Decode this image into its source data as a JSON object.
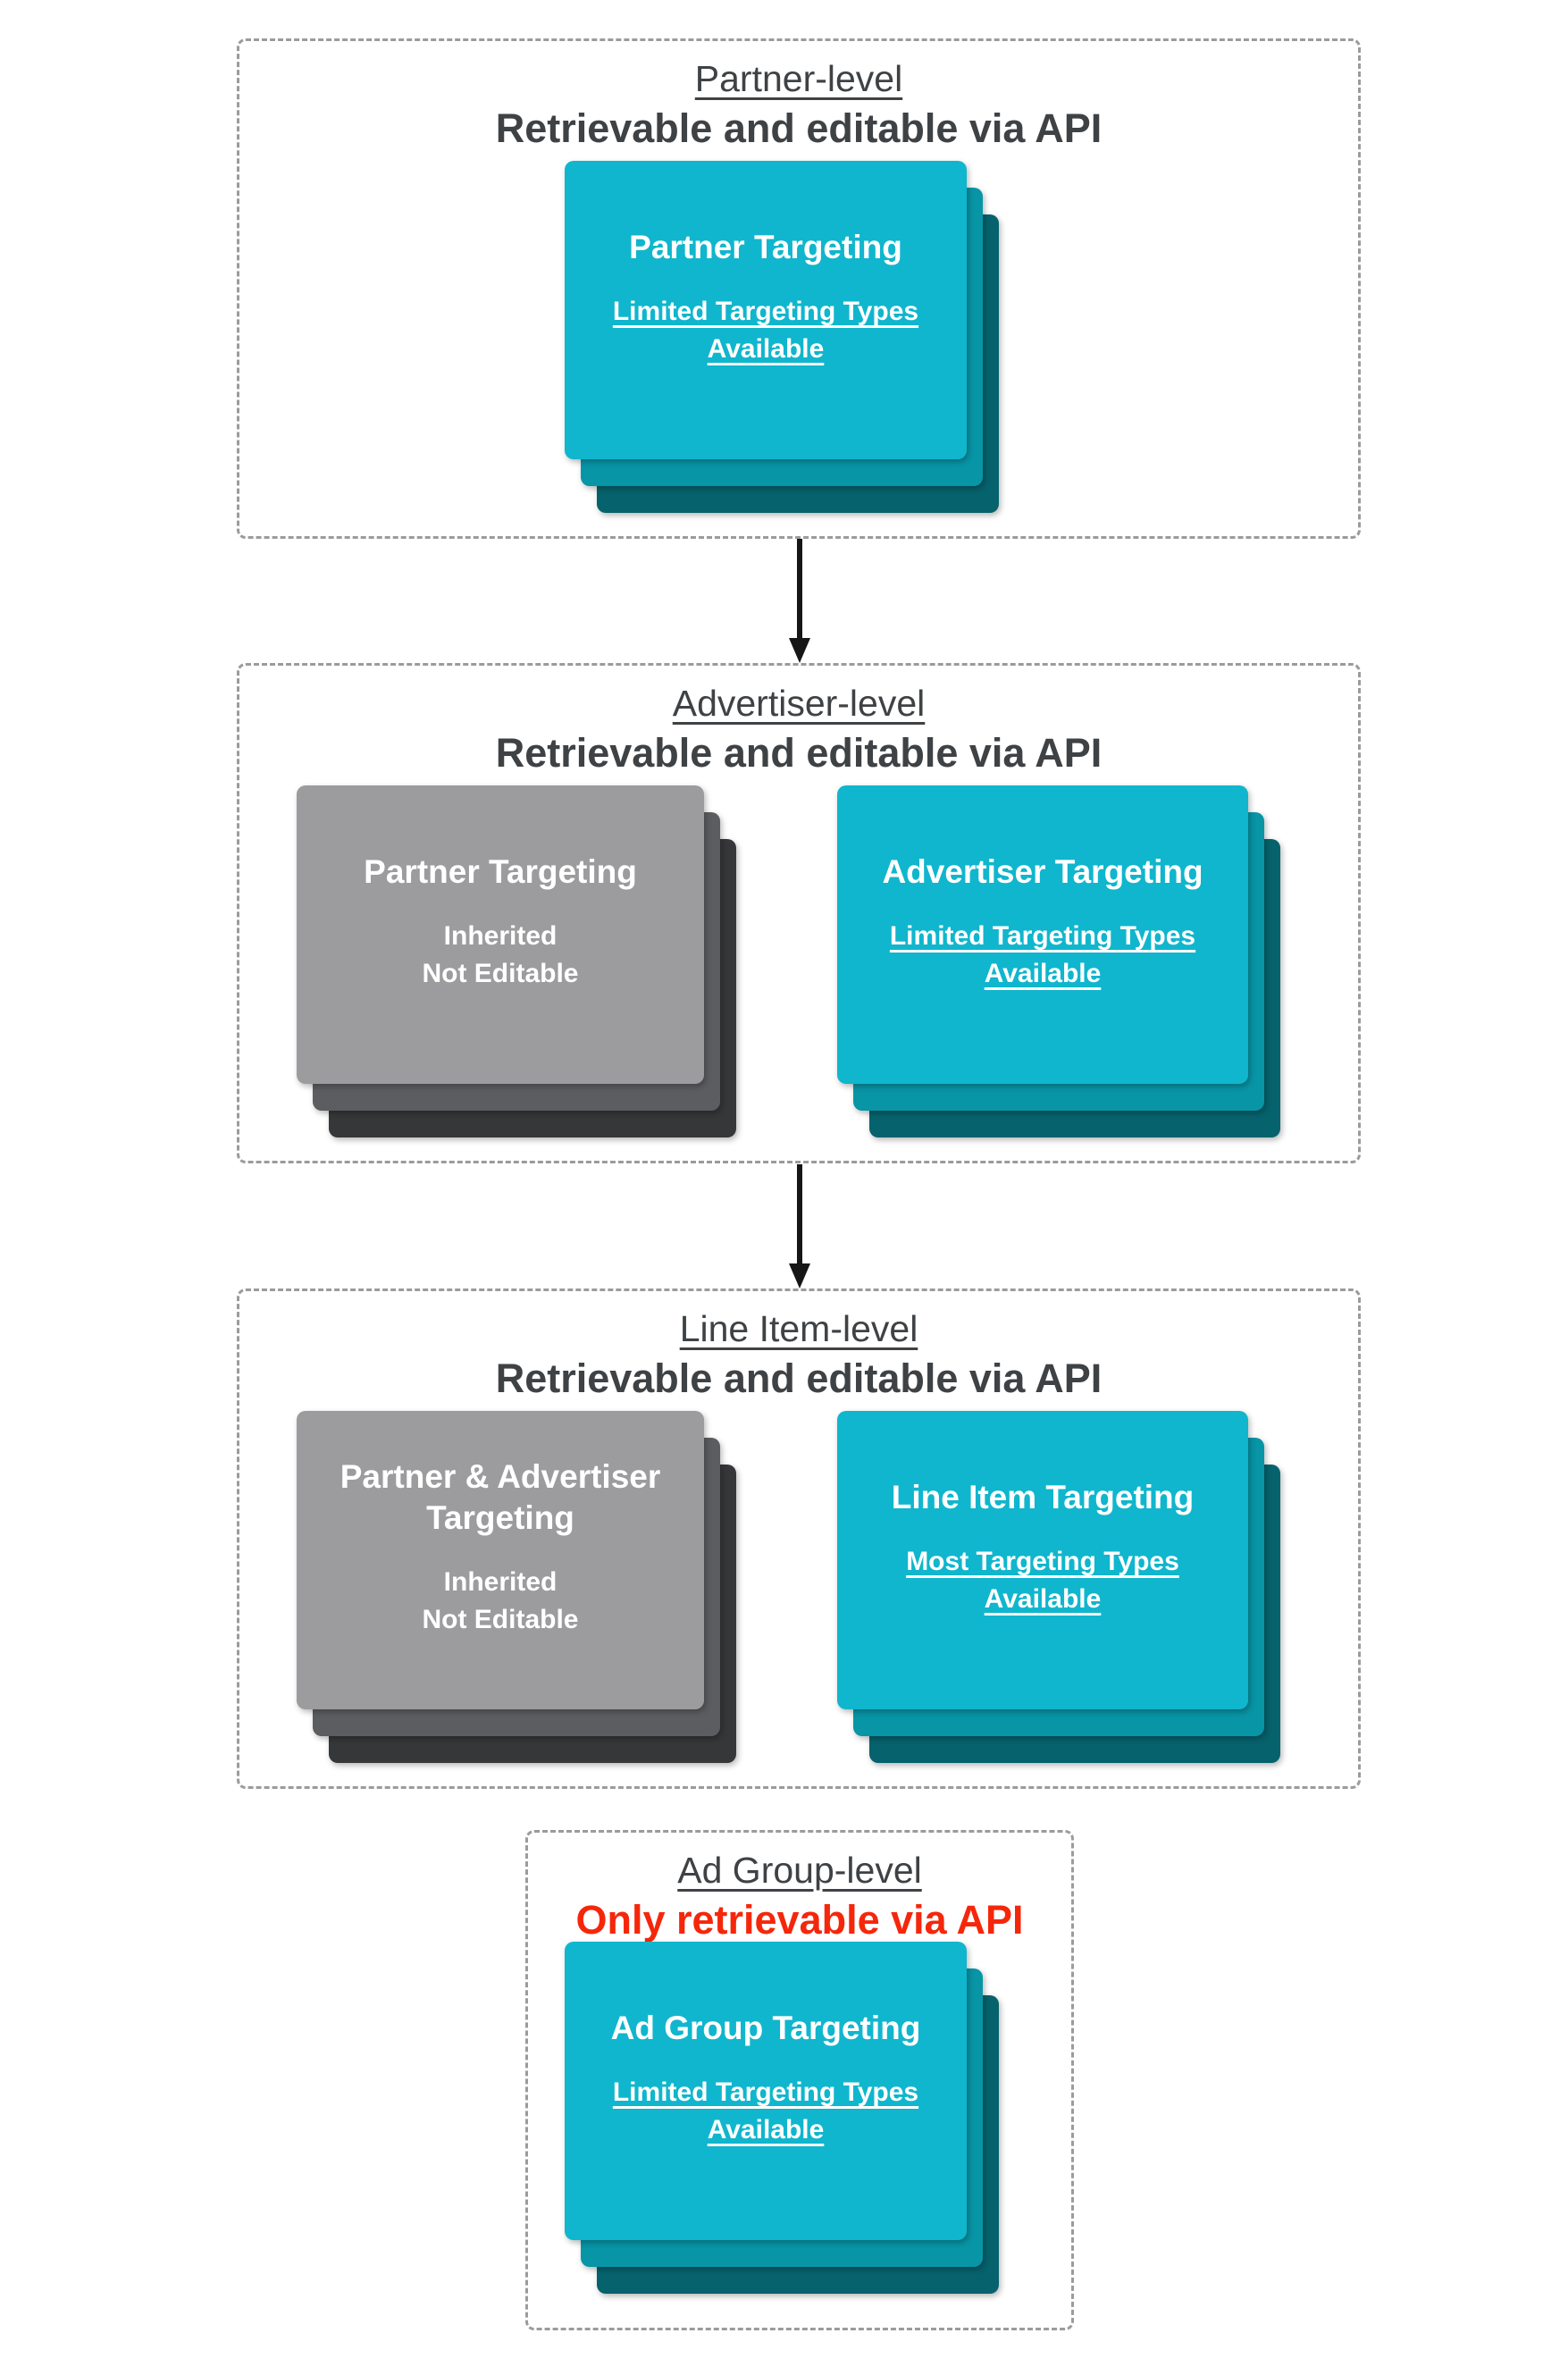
{
  "colors": {
    "cyan": "#10b6cd",
    "cyan_mid": "#0895a6",
    "cyan_dark": "#06626d",
    "gray": "#9c9c9e",
    "gray_mid": "#5c5d60",
    "gray_dark": "#363739",
    "heading": "#3f4245",
    "red": "#f5270b",
    "border": "#9b9b9b",
    "arrow": "#161616",
    "card_text": "#ffffff"
  },
  "sections": [
    {
      "title": "Partner-level",
      "subtitle": "Retrievable and editable via API",
      "cards": [
        {
          "variant": "cyan",
          "title": "Partner Targeting",
          "subtitle": [
            "Limited Targeting Types",
            "Available"
          ]
        }
      ]
    },
    {
      "title": "Advertiser-level",
      "subtitle": "Retrievable and editable via API",
      "cards": [
        {
          "variant": "gray",
          "title": "Partner Targeting",
          "subtitle": [
            "Inherited",
            "Not Editable"
          ]
        },
        {
          "variant": "cyan",
          "title": "Advertiser Targeting",
          "subtitle": [
            "Limited Targeting Types",
            "Available"
          ]
        }
      ]
    },
    {
      "title": "Line Item-level",
      "subtitle": "Retrievable and editable via API",
      "cards": [
        {
          "variant": "gray",
          "title": [
            "Partner & Advertiser",
            "Targeting"
          ],
          "subtitle": [
            "Inherited",
            "Not Editable"
          ]
        },
        {
          "variant": "cyan",
          "title": "Line Item Targeting",
          "subtitle": [
            "Most Targeting Types",
            "Available"
          ]
        }
      ]
    },
    {
      "title": "Ad Group-level",
      "subtitle": "Only retrievable via API",
      "cards": [
        {
          "variant": "cyan",
          "title": "Ad Group Targeting",
          "subtitle": [
            "Limited Targeting Types",
            "Available"
          ]
        }
      ]
    }
  ]
}
